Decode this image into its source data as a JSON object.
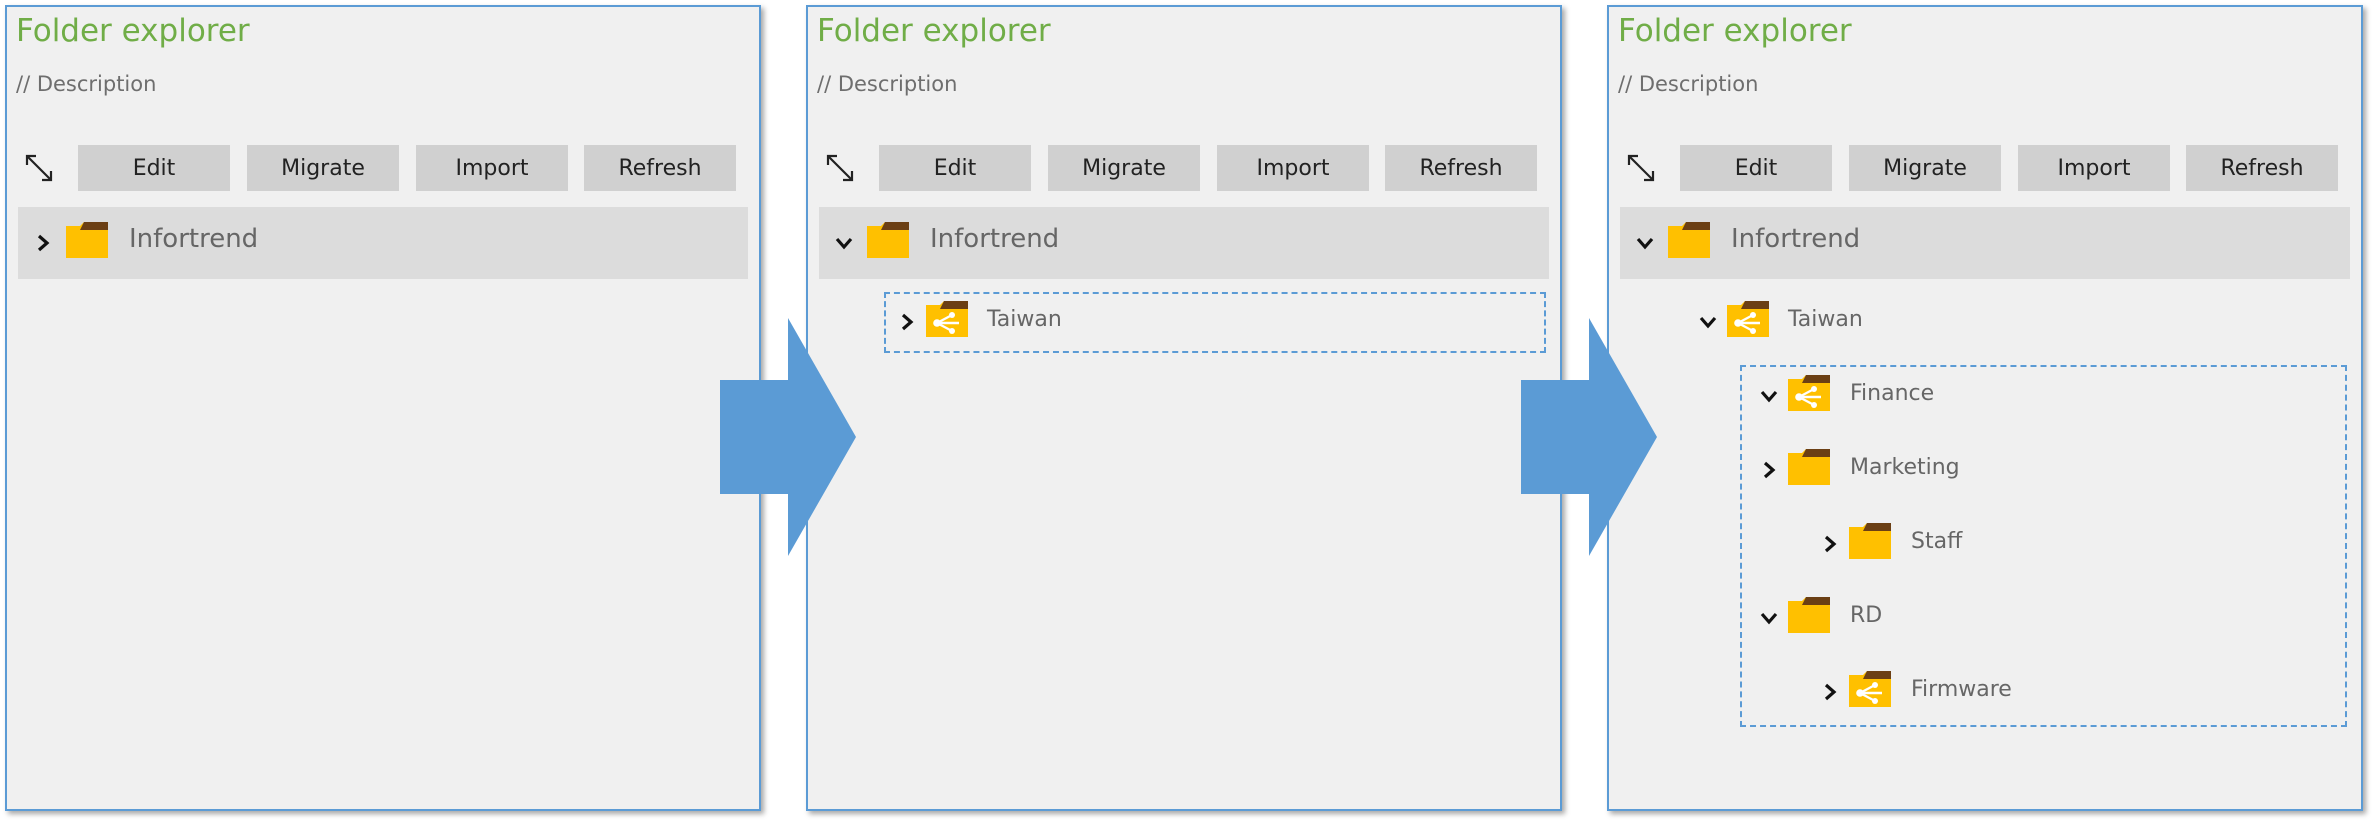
{
  "panel": {
    "title": "Folder explorer",
    "description": "// Description",
    "toolbar": {
      "edit_label": "Edit",
      "migrate_label": "Migrate",
      "import_label": "Import",
      "refresh_label": "Refresh"
    },
    "expand_icon": "diagonal-expand-icon"
  },
  "tree": {
    "root": "Infortrend",
    "taiwan": "Taiwan",
    "finance": "Finance",
    "marketing": "Marketing",
    "staff": "Staff",
    "rd": "RD",
    "firmware": "Firmware"
  },
  "states": [
    {
      "root_expanded": false
    },
    {
      "root_expanded": true,
      "taiwan_expanded": false
    },
    {
      "root_expanded": true,
      "taiwan_expanded": true,
      "finance_expanded": true,
      "marketing_expanded": false,
      "staff_expanded": false,
      "rd_expanded": true,
      "firmware_expanded": false
    }
  ],
  "icons": {
    "folder": "folder-icon",
    "shared_folder": "shared-folder-icon",
    "chevron_right": "chevron-right-icon",
    "chevron_down": "chevron-down-icon",
    "flow_arrow": "flow-arrow-icon"
  },
  "colors": {
    "title": "#70ad47",
    "panel_border": "#5b9bd5",
    "panel_bg": "#f0f0f0",
    "button_bg": "#d0d0d0",
    "root_row_bg": "#dcdcdc",
    "folder_yellow": "#ffc000",
    "folder_tab": "#6b3f14",
    "arrow": "#5b9bd5"
  }
}
